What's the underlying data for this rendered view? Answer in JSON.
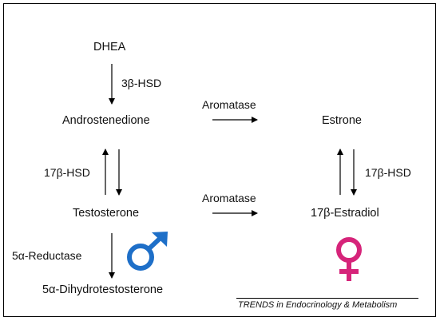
{
  "compounds": {
    "dhea": "DHEA",
    "androstenedione": "Androstenedione",
    "testosterone": "Testosterone",
    "dht": "5α-Dihydrotestosterone",
    "estrone": "Estrone",
    "estradiol": "17β-Estradiol"
  },
  "enzymes": {
    "hsd3b": "3β-HSD",
    "hsd17b_left": "17β-HSD",
    "hsd17b_right": "17β-HSD",
    "aromatase_top": "Aromatase",
    "aromatase_bottom": "Aromatase",
    "reductase": "5α-Reductase"
  },
  "symbols": {
    "male": "male-symbol-icon",
    "female": "female-symbol-icon",
    "male_color": "#1e6fc8",
    "female_color": "#d6247a"
  },
  "footer": {
    "journal": "TRENDS in Endocrinology & Metabolism"
  }
}
